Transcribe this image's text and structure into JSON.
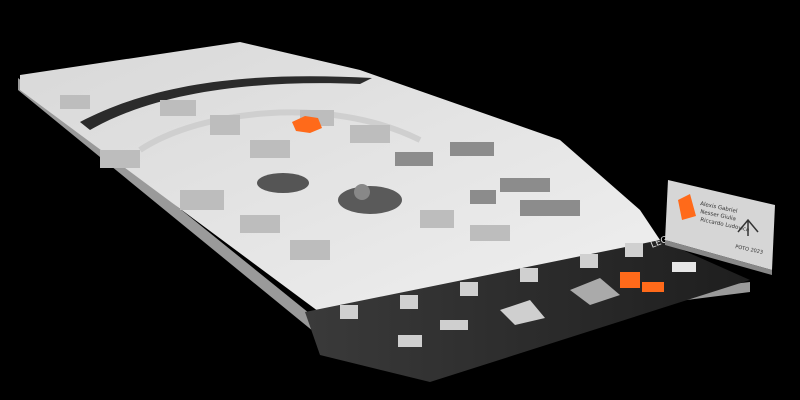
{
  "photo": {
    "background_color": "#000000",
    "model_color": "#e4e4e4",
    "highlight_color": "#ff6a1a",
    "legend_band_color": "#2a2a2a",
    "legend_band_label": "LEGENDA",
    "label_card": {
      "names": [
        "Alexis Gabriel",
        "Nesser Giulia",
        "Riccardo Ludovica"
      ],
      "logo_text": "POTO 2023"
    }
  }
}
